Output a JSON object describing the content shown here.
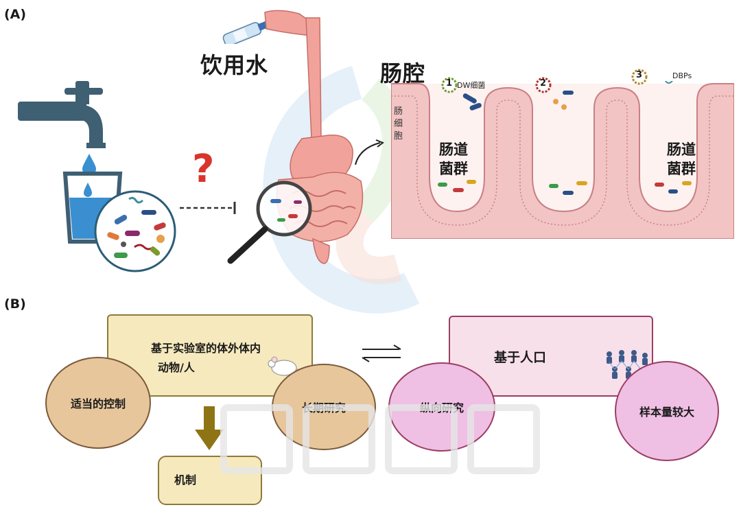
{
  "panel_a": {
    "label": "(A)",
    "drinking_water": "饮用水",
    "intestinal_lumen": "肠腔",
    "intestinal_cells": "肠\n细\n胞",
    "gut_flora_left": "肠道\n菌群",
    "gut_flora_right": "肠道\n菌群",
    "question": "?",
    "marker_1": "1",
    "marker_1_label": "DW细菌",
    "marker_2": "2",
    "marker_3": "3",
    "marker_3_label": "DBPs",
    "colors": {
      "tap": "#3f5f73",
      "water": "#3a8fd0",
      "question": "#d9342b",
      "villi": "#f2c4c4",
      "villi_stroke": "#c97f84",
      "lumen_bg": "#fbe8e4",
      "organ": "#f1a39b"
    }
  },
  "panel_b": {
    "label": "(B)",
    "lab_box_line1": "基于实验室的体外体内",
    "lab_box_line2": "动物/人",
    "population_box": "基于人口",
    "control": "适当的控制",
    "long_term": "长期研究",
    "longitudinal": "纵向研究",
    "large_sample": "样本量较大",
    "mechanism": "机制",
    "colors": {
      "lab_fill": "#f6e9bd",
      "lab_stroke": "#8c7a3a",
      "ellipse_brown": "#e7c69c",
      "pop_fill": "#f8e0ea",
      "pop_stroke": "#9b3d63",
      "ellipse_pink": "#efbfe4",
      "arrow": "#8f7416"
    }
  }
}
